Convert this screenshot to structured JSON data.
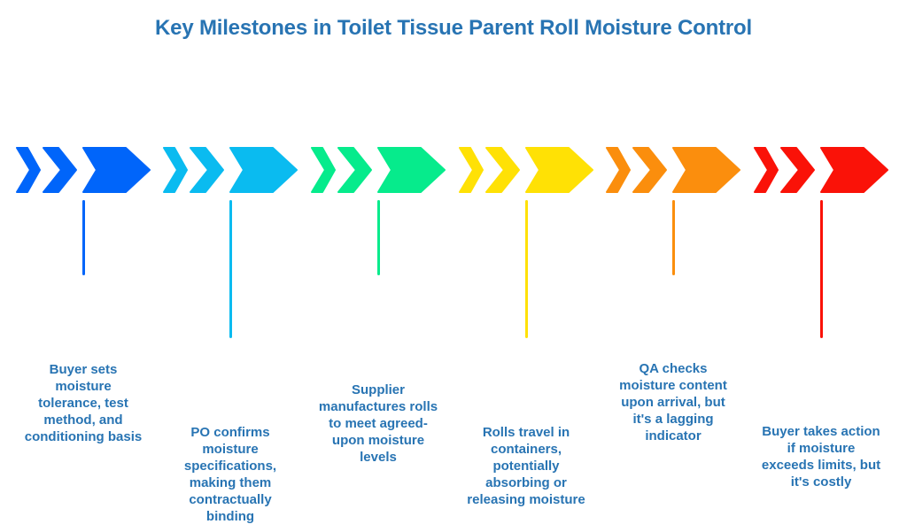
{
  "title": "Key Milestones in Toilet Tissue Parent Roll Moisture Control",
  "colors": {
    "title_text": "#2874B3",
    "description_text": "#2874B3",
    "background": "#FFFFFF"
  },
  "milestones": [
    {
      "id": 1,
      "color": "#0065FA",
      "icon": "triple-chevron-right-icon",
      "description": "Buyer sets\nmoisture\ntolerance, test\nmethod, and\nconditioning basis"
    },
    {
      "id": 2,
      "color": "#0ABBF0",
      "icon": "triple-chevron-right-icon",
      "description": "PO confirms\nmoisture\nspecifications,\nmaking them\ncontractually\nbinding"
    },
    {
      "id": 3,
      "color": "#06EB8C",
      "icon": "triple-chevron-right-icon",
      "description": "Supplier\nmanufactures rolls\nto meet agreed-\nupon moisture\nlevels"
    },
    {
      "id": 4,
      "color": "#FFE105",
      "icon": "triple-chevron-right-icon",
      "description": "Rolls travel in\ncontainers,\npotentially\nabsorbing or\nreleasing moisture"
    },
    {
      "id": 5,
      "color": "#FB8E0D",
      "icon": "triple-chevron-right-icon",
      "description": "QA checks\nmoisture content\nupon arrival, but\nit's a lagging\nindicator"
    },
    {
      "id": 6,
      "color": "#FA1208",
      "icon": "triple-chevron-right-icon",
      "description": "Buyer takes action\nif moisture\nexceeds limits, but\nit's costly"
    }
  ]
}
